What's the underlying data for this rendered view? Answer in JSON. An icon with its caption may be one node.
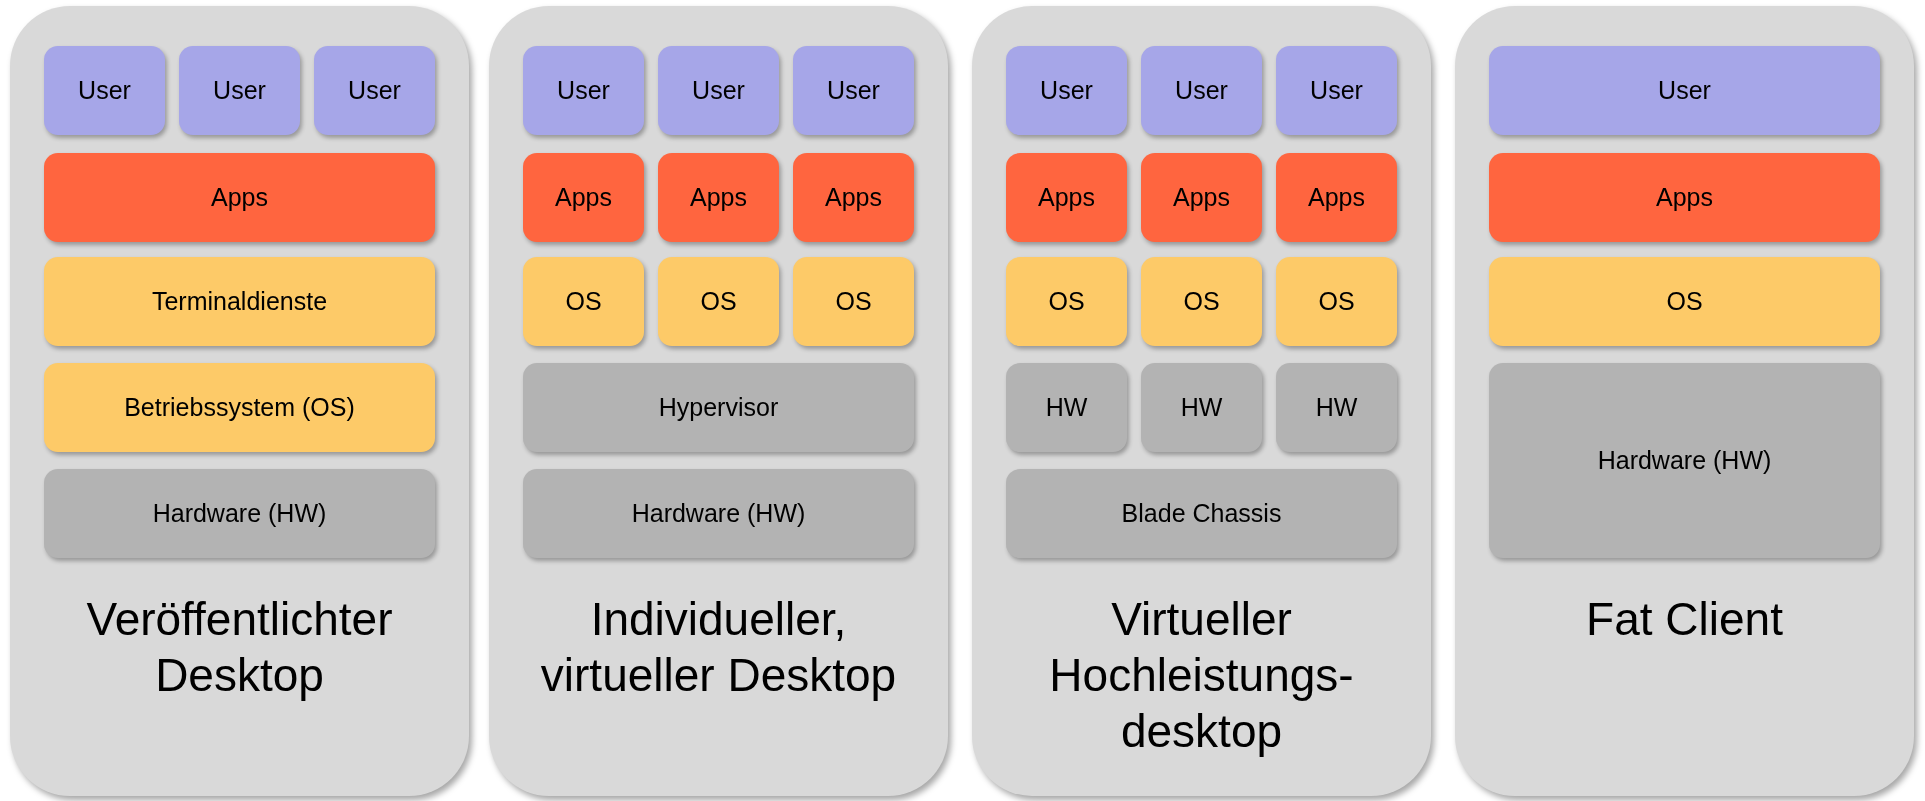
{
  "diagram": {
    "nodes": [
      {
        "text": [
          "Veröffentlichter Desktop"
        ]
      },
      {
        "text": [
          "User"
        ],
        "in": 0
      },
      {
        "text": [
          "User"
        ],
        "in": 0
      },
      {
        "text": [
          "User"
        ],
        "in": 0
      },
      {
        "text": [
          "Apps"
        ],
        "in": 0
      },
      {
        "text": [
          "Terminaldienste"
        ],
        "in": 0
      },
      {
        "text": [
          "Betriebssystem (OS)"
        ],
        "in": 0
      },
      {
        "text": [
          "Hardware (HW)"
        ],
        "in": 0
      },
      {
        "text": [
          "Individueller, virtueller Desktop"
        ]
      },
      {
        "text": [
          "User"
        ],
        "in": 8
      },
      {
        "text": [
          "User"
        ],
        "in": 8
      },
      {
        "text": [
          "User"
        ],
        "in": 8
      },
      {
        "text": [
          "Apps"
        ],
        "in": 8
      },
      {
        "text": [
          "Apps"
        ],
        "in": 8
      },
      {
        "text": [
          "Apps"
        ],
        "in": 8
      },
      {
        "text": [
          "OS"
        ],
        "in": 8
      },
      {
        "text": [
          "OS"
        ],
        "in": 8
      },
      {
        "text": [
          "OS"
        ],
        "in": 8
      },
      {
        "text": [
          "Hypervisor"
        ],
        "in": 8
      },
      {
        "text": [
          "Hardware (HW)"
        ],
        "in": 8
      },
      {
        "text": [
          "Virtueller Hochleistungs- desktop"
        ]
      },
      {
        "text": [
          "User"
        ],
        "in": 20
      },
      {
        "text": [
          "User"
        ],
        "in": 20
      },
      {
        "text": [
          "User"
        ],
        "in": 20
      },
      {
        "text": [
          "Apps"
        ],
        "in": 20
      },
      {
        "text": [
          "Apps"
        ],
        "in": 20
      },
      {
        "text": [
          "Apps"
        ],
        "in": 20
      },
      {
        "text": [
          "OS"
        ],
        "in": 20
      },
      {
        "text": [
          "OS"
        ],
        "in": 20
      },
      {
        "text": [
          "OS"
        ],
        "in": 20
      },
      {
        "text": [
          "HW"
        ],
        "in": 20
      },
      {
        "text": [
          "HW"
        ],
        "in": 20
      },
      {
        "text": [
          "HW"
        ],
        "in": 20
      },
      {
        "text": [
          "Blade Chassis"
        ],
        "in": 20
      },
      {
        "text": [
          "Fat Client"
        ]
      },
      {
        "text": [
          "User"
        ],
        "in": 34
      },
      {
        "text": [
          "Apps"
        ],
        "in": 34
      },
      {
        "text": [
          "OS"
        ],
        "in": 34
      },
      {
        "text": [
          "Hardware (HW)"
        ],
        "in": 34
      }
    ]
  }
}
